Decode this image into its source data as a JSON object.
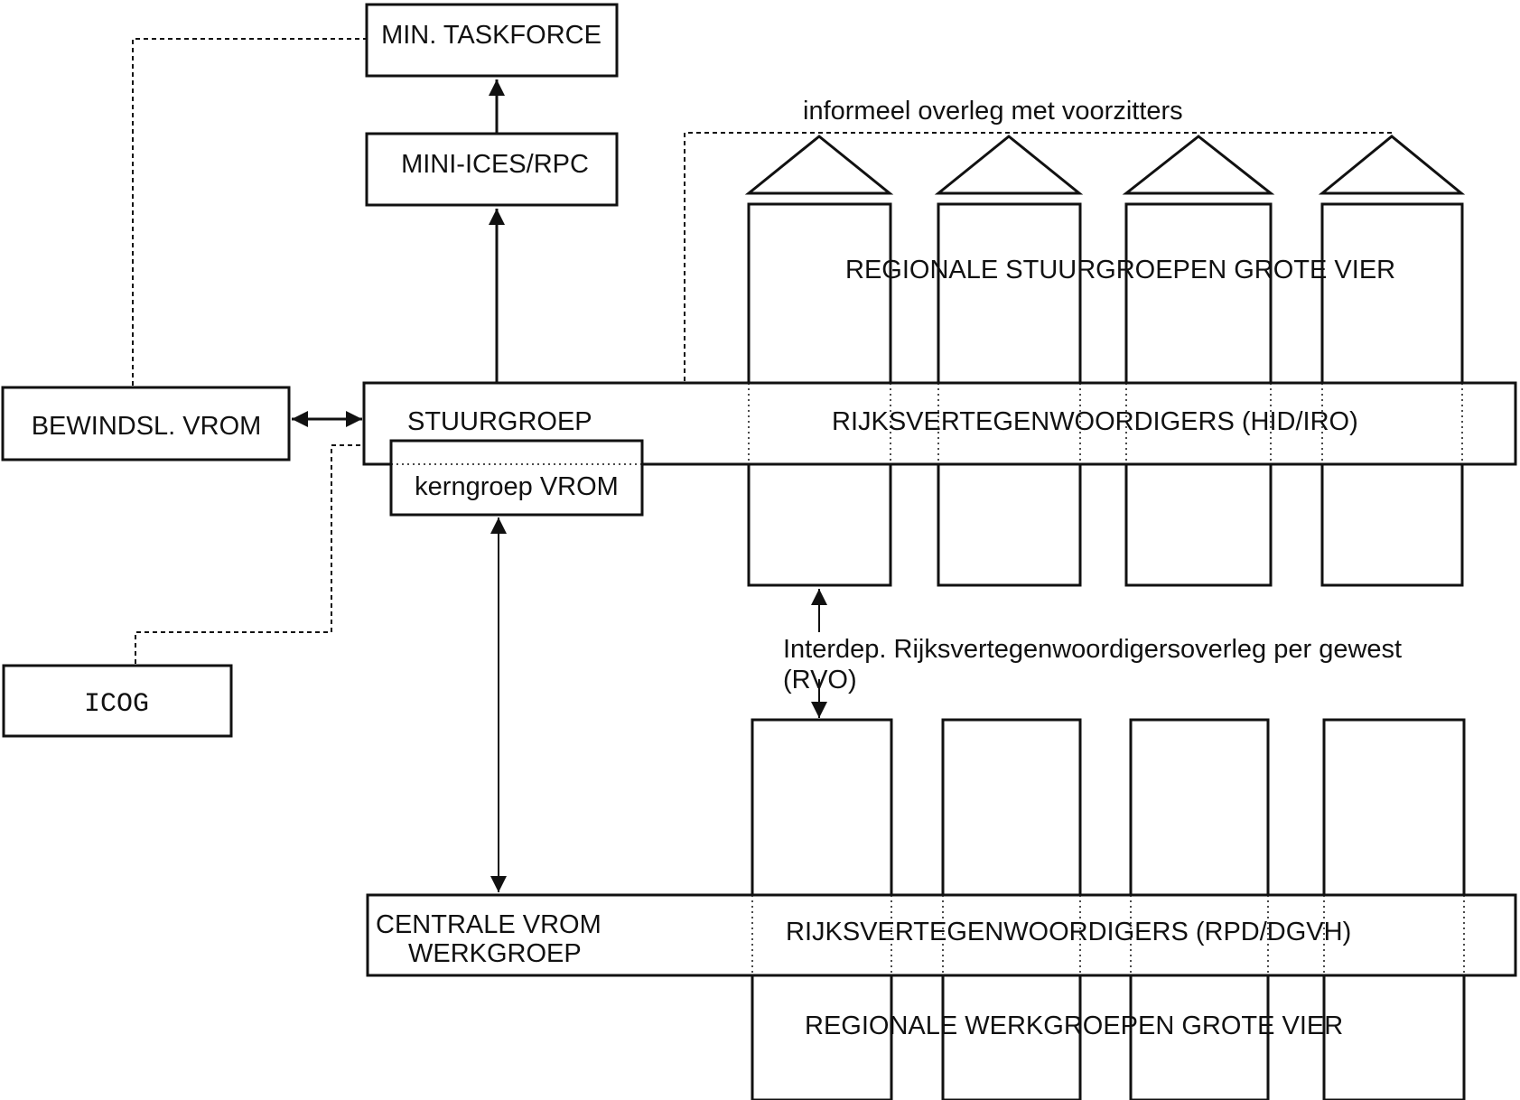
{
  "nodes": {
    "min_taskforce": "MIN. TASKFORCE",
    "mini_ices": "MINI-ICES/RPC",
    "bewindsl": "BEWINDSL. VROM",
    "stuurgroep": "STUURGROEP",
    "kerngroep": "kerngroep VROM",
    "icog": "ICOG",
    "centrale_line1": "CENTRALE VROM",
    "centrale_line2": "WERKGROEP"
  },
  "labels": {
    "informeel": "informeel overleg met voorzitters",
    "regionale_stuurgroepen": "REGIONALE STUURGROEPEN GROTE VIER",
    "rijks_hid": "RIJKSVERTEGENWOORDIGERS (HID/IRO)",
    "interdep_line1": "Interdep. Rijksvertegenwoordigersoverleg per gewest",
    "interdep_line2": "(RVO)",
    "rijks_rpd": "RIJKSVERTEGENWOORDIGERS (RPD/DGVH)",
    "regionale_werkgroepen": "REGIONALE WERKGROEPEN GROTE VIER"
  },
  "colors": {
    "ink": "#111111",
    "paper": "#ffffff"
  }
}
